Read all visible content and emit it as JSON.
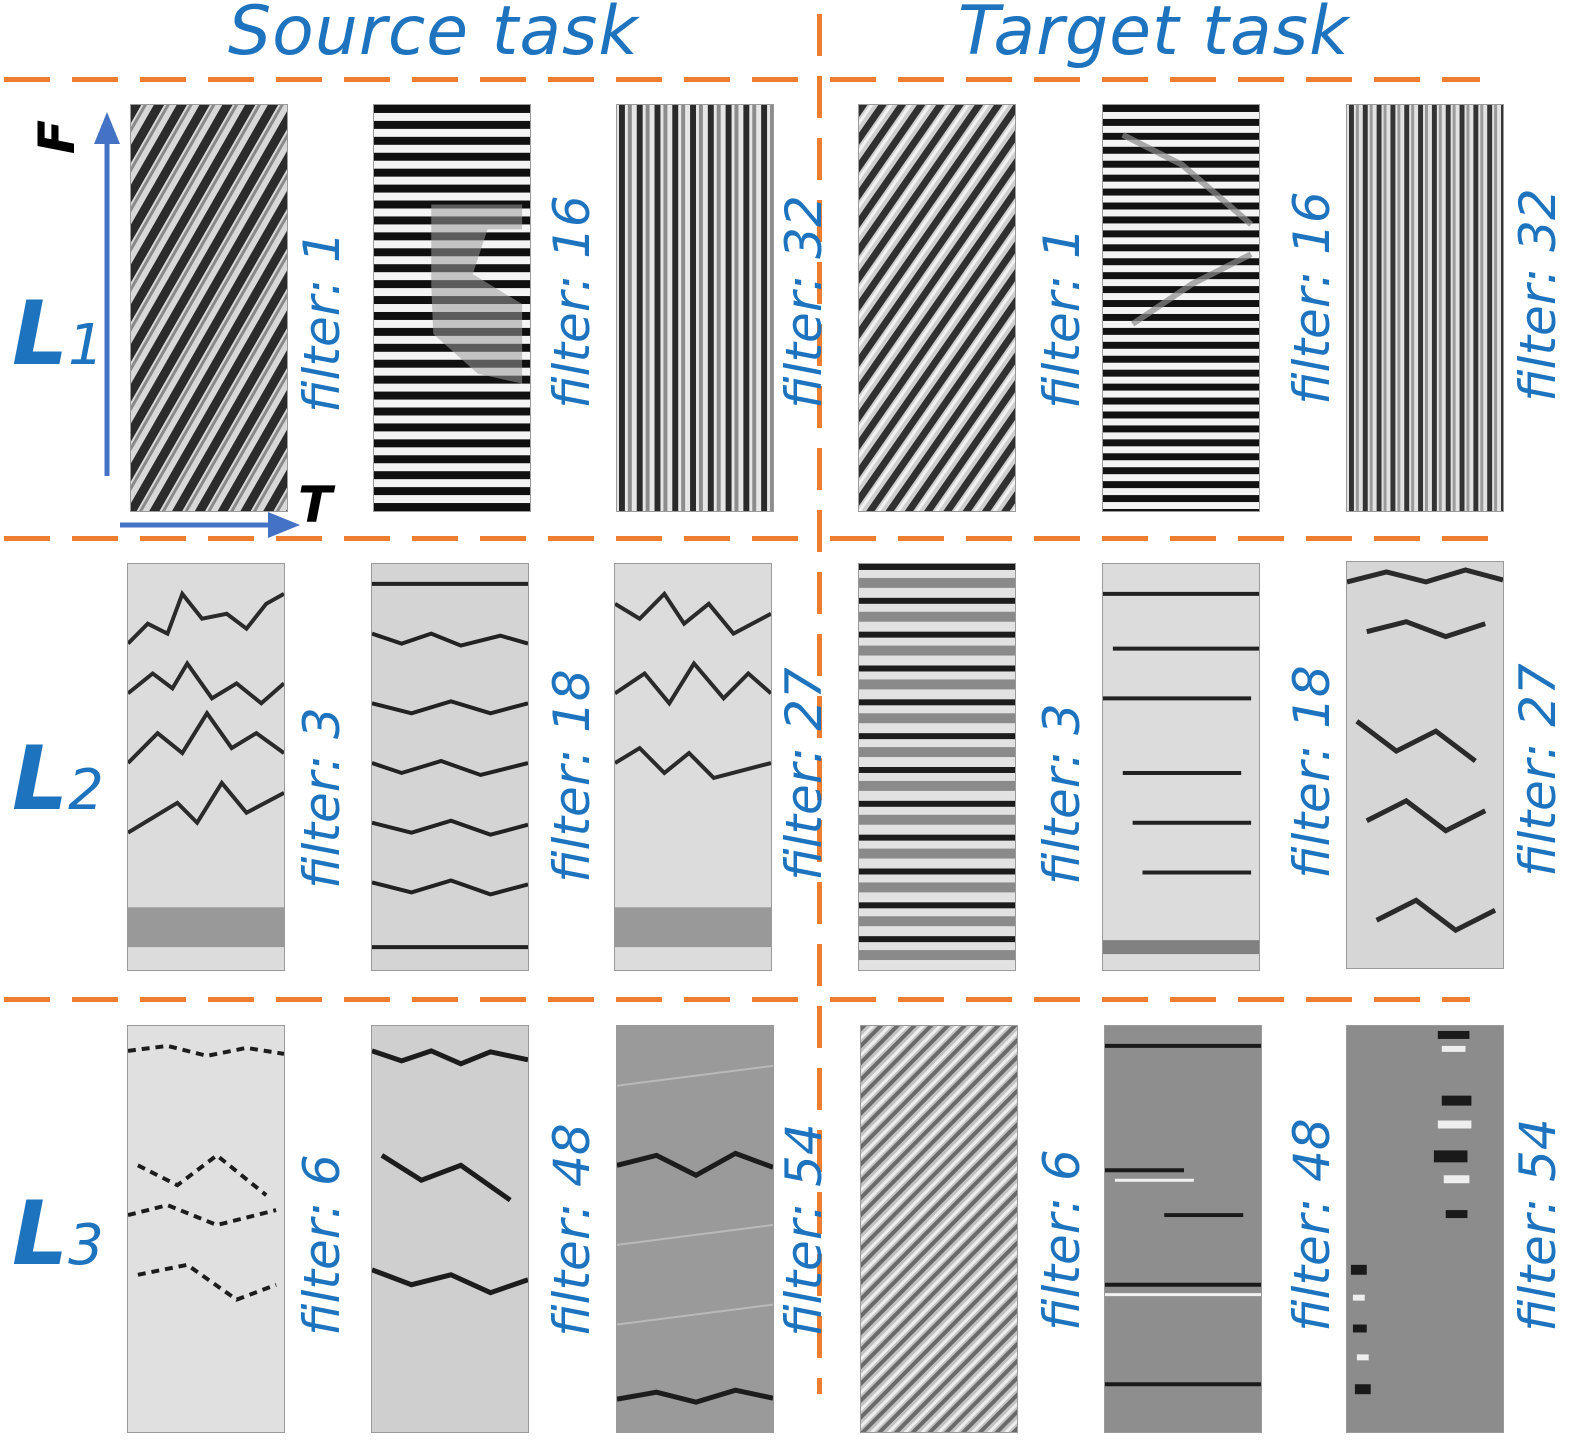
{
  "headers": {
    "source": "Source task",
    "target": "Target task"
  },
  "axes": {
    "f_label": "F",
    "t_label": "T"
  },
  "rows": [
    {
      "label": "L",
      "sub": "1",
      "filters": [
        "filter: 1",
        "filter: 16",
        "filter: 32"
      ]
    },
    {
      "label": "L",
      "sub": "2",
      "filters": [
        "filter: 3",
        "filter: 18",
        "filter: 27"
      ]
    },
    {
      "label": "L",
      "sub": "3",
      "filters": [
        "filter: 6",
        "filter: 48",
        "filter: 54"
      ]
    }
  ],
  "colors": {
    "accent": "#1e73be",
    "divider": "#ed7d31",
    "arrow": "#4472c4"
  }
}
